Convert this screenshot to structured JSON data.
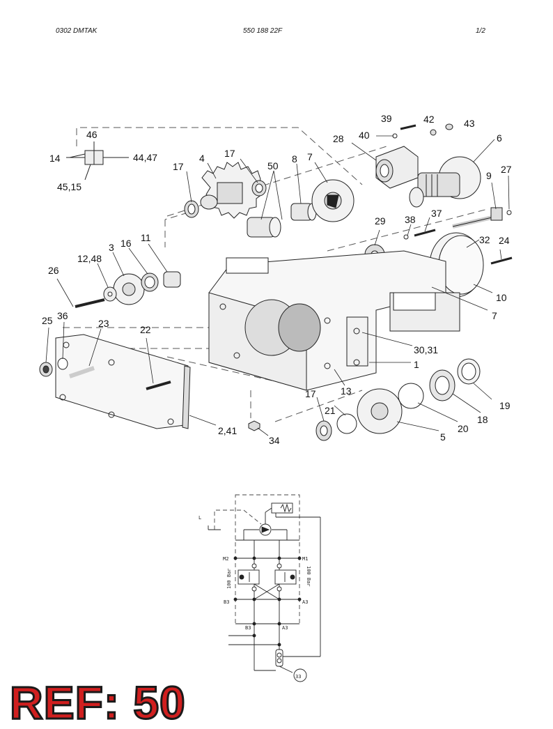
{
  "header": {
    "left": "0302    DMTAK",
    "center": "550 188 22F",
    "right": "1/2"
  },
  "callouts": [
    {
      "id": "c46",
      "text": "46"
    },
    {
      "id": "c14",
      "text": "14"
    },
    {
      "id": "c4447",
      "text": "44,47"
    },
    {
      "id": "c4515",
      "text": "45,15"
    },
    {
      "id": "c17a",
      "text": "17"
    },
    {
      "id": "c4",
      "text": "4"
    },
    {
      "id": "c17b",
      "text": "17"
    },
    {
      "id": "c50",
      "text": "50"
    },
    {
      "id": "c8",
      "text": "8"
    },
    {
      "id": "c7a",
      "text": "7"
    },
    {
      "id": "c39",
      "text": "39"
    },
    {
      "id": "c42",
      "text": "42"
    },
    {
      "id": "c40",
      "text": "40"
    },
    {
      "id": "c43",
      "text": "43"
    },
    {
      "id": "c28",
      "text": "28"
    },
    {
      "id": "c6",
      "text": "6"
    },
    {
      "id": "c9",
      "text": "9"
    },
    {
      "id": "c27",
      "text": "27"
    },
    {
      "id": "c37",
      "text": "37"
    },
    {
      "id": "c38",
      "text": "38"
    },
    {
      "id": "c29",
      "text": "29"
    },
    {
      "id": "c32",
      "text": "32"
    },
    {
      "id": "c24",
      "text": "24"
    },
    {
      "id": "c3",
      "text": "3"
    },
    {
      "id": "c16",
      "text": "16"
    },
    {
      "id": "c11",
      "text": "11"
    },
    {
      "id": "c1248",
      "text": "12,48"
    },
    {
      "id": "c26",
      "text": "26"
    },
    {
      "id": "c10",
      "text": "10"
    },
    {
      "id": "c7b",
      "text": "7"
    },
    {
      "id": "c25",
      "text": "25"
    },
    {
      "id": "c36",
      "text": "36"
    },
    {
      "id": "c23",
      "text": "23"
    },
    {
      "id": "c22",
      "text": "22"
    },
    {
      "id": "c3031",
      "text": "30,31"
    },
    {
      "id": "c1",
      "text": "1"
    },
    {
      "id": "c13",
      "text": "13"
    },
    {
      "id": "c17c",
      "text": "17"
    },
    {
      "id": "c21",
      "text": "21"
    },
    {
      "id": "c19",
      "text": "19"
    },
    {
      "id": "c18",
      "text": "18"
    },
    {
      "id": "c20",
      "text": "20"
    },
    {
      "id": "c5",
      "text": "5"
    },
    {
      "id": "c241",
      "text": "2,41"
    },
    {
      "id": "c34",
      "text": "34"
    }
  ],
  "schematic": {
    "labels": {
      "l": "L",
      "m2": "M2",
      "m1": "M1",
      "bar_left": "100 Bar",
      "bar_right": "100 Bar",
      "b3a": "B3",
      "a3a": "A3",
      "b3b": "B3",
      "a3b": "A3",
      "ref33": "33"
    }
  },
  "ref_label": "REF: 50",
  "colors": {
    "ref_fill": "#d01f1f",
    "ref_stroke": "#1a1a1a",
    "line": "#222222"
  }
}
